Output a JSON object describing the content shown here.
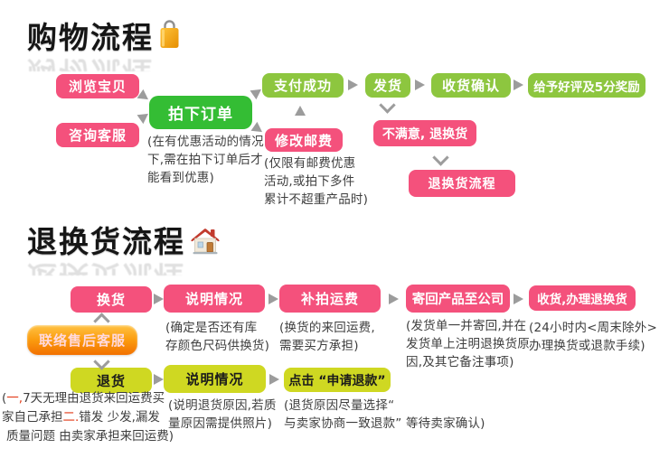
{
  "colors": {
    "pink": "#F4517C",
    "green": "#34BD34",
    "lgreen": "#8DC63F",
    "ygreen": "#CFD822",
    "orange_top": "#FFC243",
    "orange_mid": "#FB9D10",
    "orange_bottom": "#F27000",
    "arrow": "#9C9C9C",
    "note": "#3E3E3E",
    "red": "#E23A17"
  },
  "icons": {
    "shopping_bag": "shopping-bag",
    "house": "house"
  },
  "shopping": {
    "title": "购物流程",
    "nodes": {
      "browse": "浏览宝贝",
      "consult": "咨询客服",
      "order": "拍下订单",
      "pay": "支付成功",
      "postage": "修改邮费",
      "ship": "发货",
      "confirm": "收货确认",
      "praise": "给予好评及5分奖励",
      "unsatisfied": "不满意, 退换货",
      "return_flow": "退换货流程"
    },
    "notes": {
      "order": "(在有优惠活动的情况\n下,需在拍下订单后才\n能看到优惠)",
      "postage": "(仅限有邮费优惠\n活动,或拍下多件\n累计不超重产品时)"
    }
  },
  "returns": {
    "title": "退换货流程",
    "nodes": {
      "exchange": "换货",
      "explain_exchange": "说明情况",
      "freight": "补拍运费",
      "send_back": "寄回产品至公司",
      "receive": "收货,办理退换货",
      "contact": "联络售后客服",
      "return_goods": "退货",
      "explain_return": "说明情况",
      "apply_refund": "点击 “申请退款”"
    },
    "notes": {
      "explain_exchange": "(确定是否还有库\n存颜色尺码供换货)",
      "freight": "(换货的来回运费,\n需要买方承担)",
      "send_back": "(发货单一并寄回,并在\n发货单上注明退换货原\n因,及其它备注事项)",
      "receive": "(24小时内<周末除外>\n办理换货或退款手续)",
      "explain_return": "(说明退货原因,若质\n量原因需提供照片)",
      "apply_refund": "(退货原因尽量选择“\n与卖家协商一致退款” 等待卖家确认)",
      "rule": {
        "l1_pre": "(",
        "l1_red": "一,",
        "l1_post": "7天无理由退货来回运费买",
        "l2_pre": "家自己承担",
        "l2_red": "二.",
        "l2_post": "错发 少发,漏发",
        "l3_post": "质量问题 由卖家承担来回运费)"
      }
    }
  }
}
